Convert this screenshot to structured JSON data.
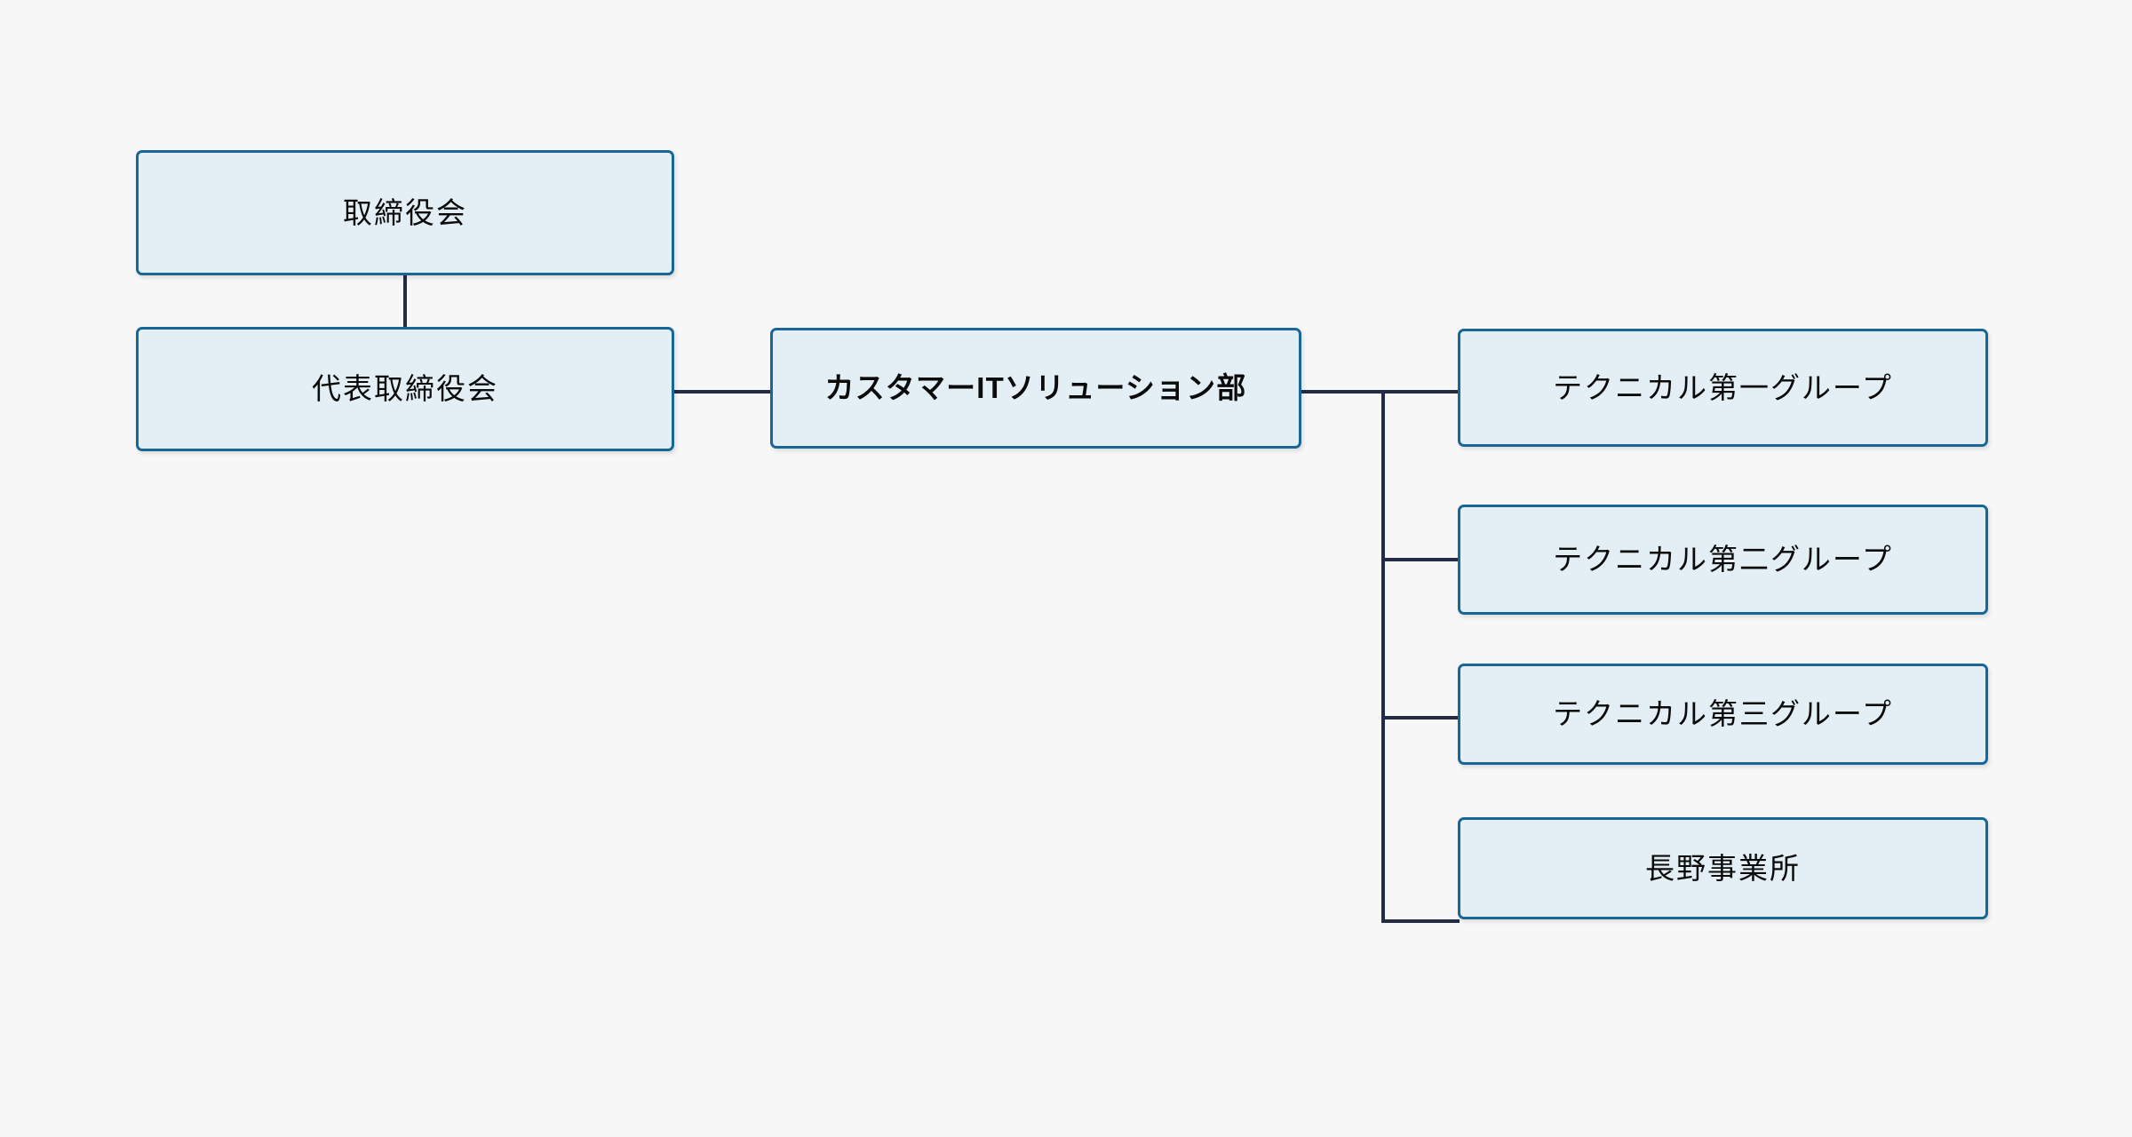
{
  "chart": {
    "type": "org-chart",
    "title": "",
    "background_color": "#f7f7f7",
    "node_fill_color": "#e3eef5",
    "node_border_color": "#1a6694",
    "connector_color": "#232b45",
    "text_color": "#0b0b0b"
  },
  "nodes": {
    "board": {
      "label": "取締役会"
    },
    "rep_board": {
      "label": "代表取締役会"
    },
    "division": {
      "label": "カスタマーITソリューション部"
    },
    "tech_group_1": {
      "label": "テクニカル第一グループ"
    },
    "tech_group_2": {
      "label": "テクニカル第二グループ"
    },
    "tech_group_3": {
      "label": "テクニカル第三グループ"
    },
    "nagano_office": {
      "label": "長野事業所"
    }
  },
  "edges": [
    {
      "from": "board",
      "to": "rep_board",
      "orientation": "vertical"
    },
    {
      "from": "rep_board",
      "to": "division",
      "orientation": "horizontal"
    },
    {
      "from": "division",
      "to": "tech_group_1",
      "orientation": "horizontal"
    },
    {
      "from": "division",
      "to": "tech_group_2",
      "orientation": "horizontal"
    },
    {
      "from": "division",
      "to": "tech_group_3",
      "orientation": "horizontal"
    },
    {
      "from": "division",
      "to": "nagano_office",
      "orientation": "horizontal"
    }
  ]
}
